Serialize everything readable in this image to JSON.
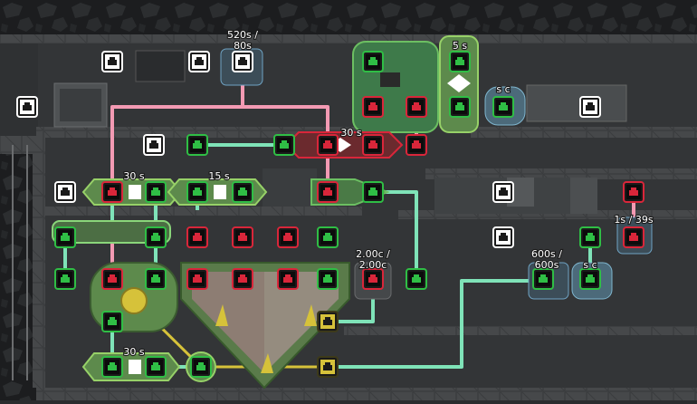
{
  "scene": {
    "colors": {
      "rock": "#1c1d1f",
      "rock_pattern": "#2d2f31",
      "tile": "#4a4c4e",
      "tile_dark": "#3b3d3f",
      "signal_green": "#2fbe45",
      "signal_red": "#d9263a",
      "wire_green": "#7fe3b8",
      "wire_red": "#f39ab3",
      "gate_body": "#5d8a4c",
      "gate_border": "#97d168",
      "port_inactive": "#ffffff"
    },
    "timer_labels": {
      "t_520": "520s /",
      "t_520b": "80s",
      "t_5": "5 s",
      "t_30_top": "30 s",
      "t_30_left": "30 s",
      "t_15": "15 s",
      "t_counter": "2.00c /",
      "t_counter_b": "2.00c",
      "t_600": "600s /",
      "t_600b": "600s",
      "t_1s": "1s / 39s",
      "t_30_bottom": "30 s",
      "t_count_top": "s c",
      "t_count_bot": "s c"
    },
    "icons": {
      "logic_port": "ethernet-port-icon",
      "not_gate": "diamond-arrow-icon",
      "buffer_gate": "white-square-icon"
    }
  }
}
